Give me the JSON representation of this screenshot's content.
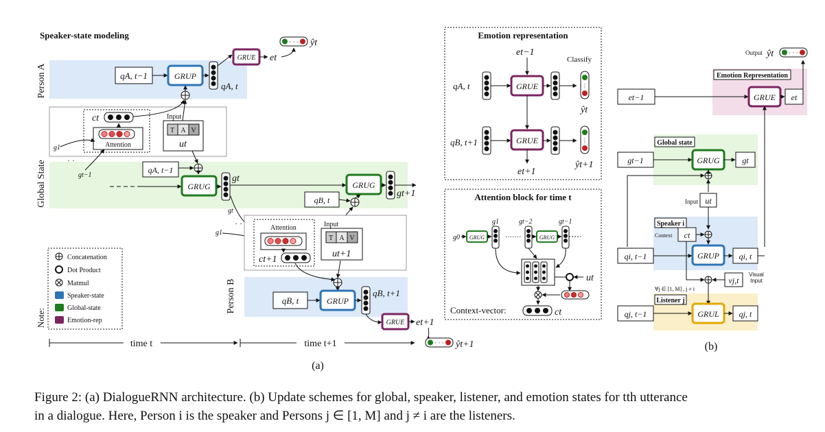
{
  "left": {
    "title": "Speaker-state modeling",
    "person_a": "Person A",
    "person_b": "Person B",
    "global_state": "Global State",
    "q_a_prev": "qA, t−1",
    "q_a_t": "qA, t",
    "q_b_t": "qB, t",
    "q_b_next": "qB, t+1",
    "gru_p": "GRUP",
    "gru_g": "GRUG",
    "gru_e": "GRUE",
    "e_t": "et",
    "e_next": "et+1",
    "yhat_t": "ŷt",
    "yhat_next": "ŷt+1",
    "g_t": "gt",
    "g_next": "gt+1",
    "g_1": "g1",
    "g_prev": "gt−1",
    "c_t": "ct",
    "c_next": "ct+1",
    "u_t": "ut",
    "u_next": "ut+1",
    "input": "Input",
    "attention": "Attention",
    "tav": [
      "T",
      "A",
      "V"
    ],
    "time_t": "time t",
    "time_next": "time t+1",
    "panel_label": "(a)",
    "note": "Note:",
    "legend": [
      {
        "label": "Concatenation",
        "symbol": "plus"
      },
      {
        "label": "Dot Product",
        "symbol": "dot"
      },
      {
        "label": "Matmul",
        "symbol": "times"
      },
      {
        "label": "Speaker-state",
        "color": "#2e74b5"
      },
      {
        "label": "Global-state",
        "color": "#1f7a1f"
      },
      {
        "label": "Emotion-rep",
        "color": "#7b2461"
      }
    ]
  },
  "emotion_panel": {
    "title": "Emotion representation",
    "classify": "Classify",
    "e_prev": "et−1",
    "e_next": "et+1",
    "q_a_t": "qA, t",
    "q_b_next": "qB, t+1",
    "gru_e": "GRUE",
    "yhat_t": "ŷt",
    "yhat_next": "ŷt+1"
  },
  "attention_panel": {
    "title": "Attention block for time t",
    "g0": "g0",
    "g1": "g1",
    "g_t2": "gt−2",
    "g_t1": "gt−1",
    "gru_g": "GRUG",
    "u_t": "ut",
    "context_vector": "Context-vector:",
    "c_t": "ct"
  },
  "right": {
    "output": "Output",
    "yhat_t": "ŷt",
    "emotion_representation": "Emotion Representation",
    "e_prev": "et−1",
    "e_t": "et",
    "gru_e": "GRUE",
    "global_state": "Global state",
    "g_prev": "gt−1",
    "g_t": "gt",
    "gru_g": "GRUG",
    "input": "Input",
    "u_t": "ut",
    "speaker_i": "Speaker i",
    "context": "Context",
    "c_t": "ct",
    "q_i_prev": "qi, t−1",
    "q_i_t": "qi, t",
    "gru_p": "GRUP",
    "v_jt": "vj,t",
    "visual_input": "Visual Input",
    "condition": "∀j ∈ [1, M] , j ≠ i",
    "listener_j": "Listener j",
    "q_j_prev": "qj, t−1",
    "q_j_t": "qj, t",
    "gru_l": "GRUL",
    "panel_label": "(b)"
  },
  "caption": {
    "line1": "Figure 2: (a) DialogueRNN architecture. (b) Update schemes for global, speaker, listener, and emotion states for tth utterance",
    "line2": "in a dialogue. Here, Person i is the speaker and Persons j ∈ [1, M] and j ≠ i are the listeners."
  },
  "colors": {
    "speaker": "#2e74b5",
    "global": "#1f7a1f",
    "emotion": "#7b2461",
    "listener": "#e0a800",
    "speaker_bg": "#dbe9f8",
    "global_bg": "#e6f6df",
    "emotion_bg": "#f3dde8",
    "listener_bg": "#fbefc9"
  }
}
